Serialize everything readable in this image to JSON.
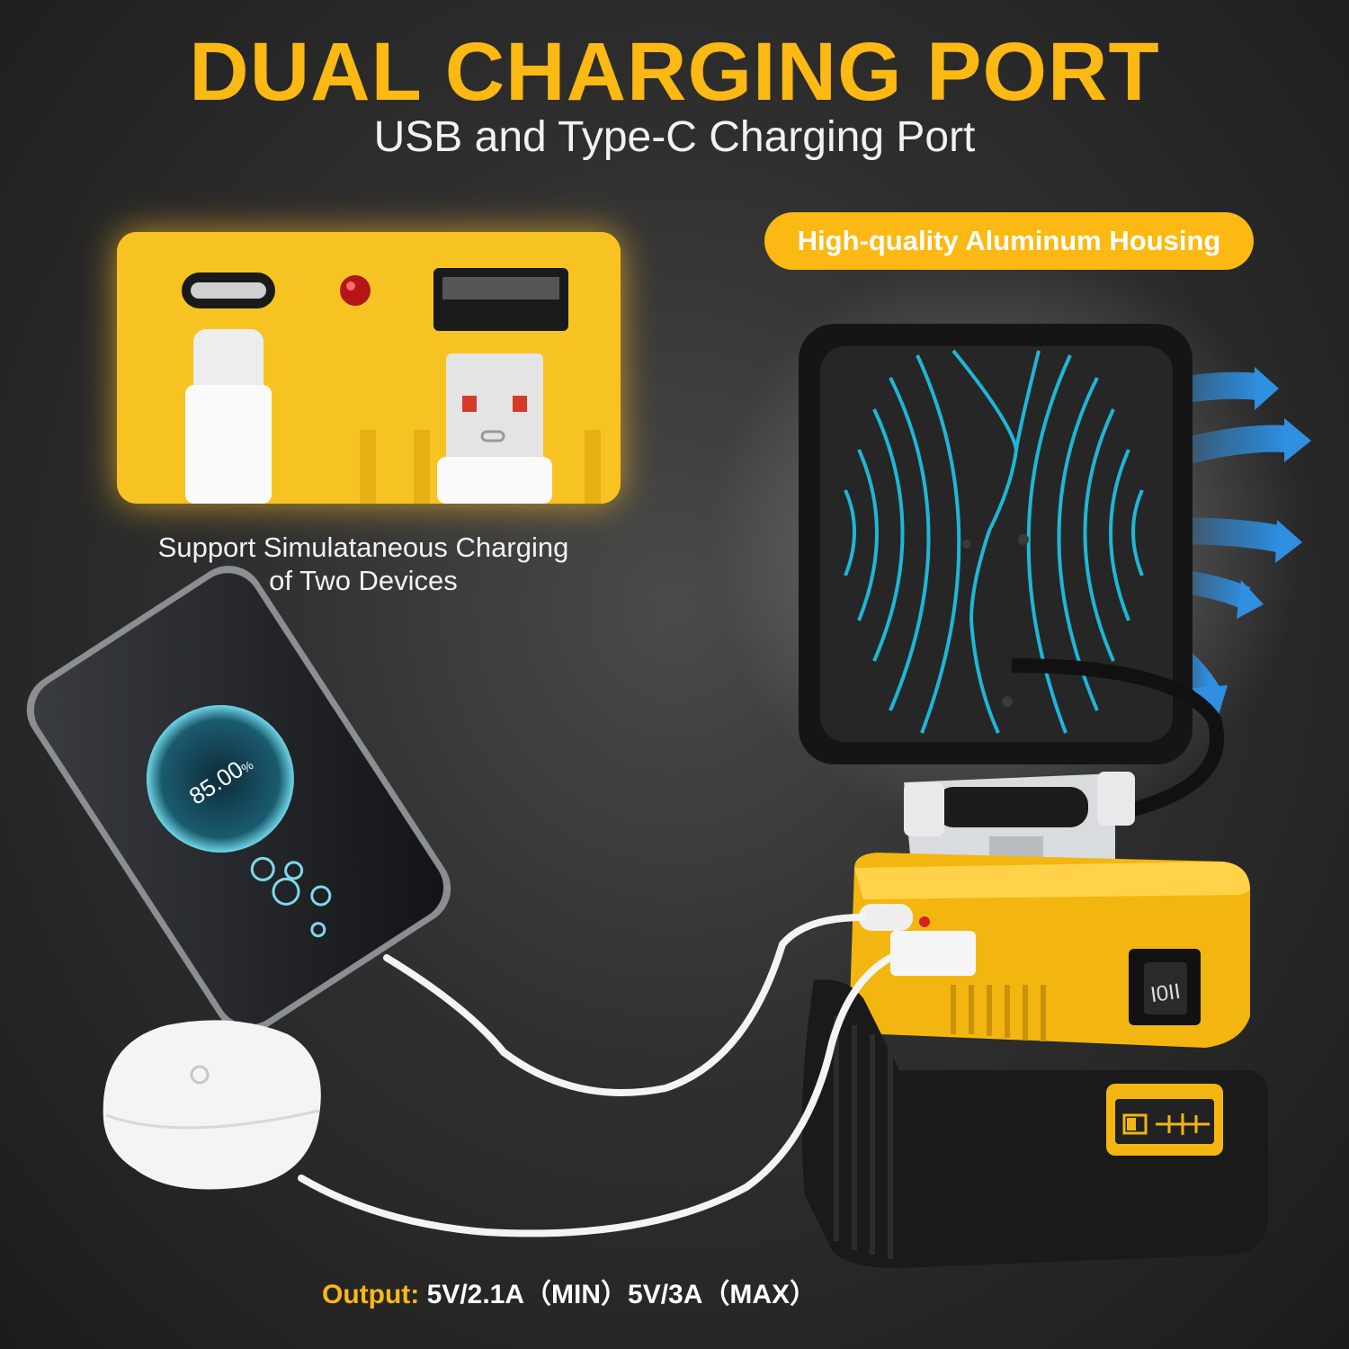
{
  "headline": {
    "title": "DUAL CHARGING PORT",
    "subtitle": "USB and Type-C Charging Port"
  },
  "badge": {
    "label": "High-quality Aluminum Housing"
  },
  "inset": {
    "caption_line1": "Support Simulataneous Charging",
    "caption_line2": "of Two Devices"
  },
  "phone": {
    "battery_text": "85.00",
    "battery_unit": "%"
  },
  "output": {
    "label": "Output:",
    "spec": "5V/2.1A（MIN）5V/3A（MAX）"
  },
  "colors": {
    "accent_yellow": "#fcb813",
    "inset_yellow": "#f7c322",
    "airflow_blue": "#2f8fe0",
    "fan_lines": "#1fb6d6"
  },
  "icons": [
    "arrow-right-icon",
    "power-switch-icon",
    "battery-icon"
  ]
}
